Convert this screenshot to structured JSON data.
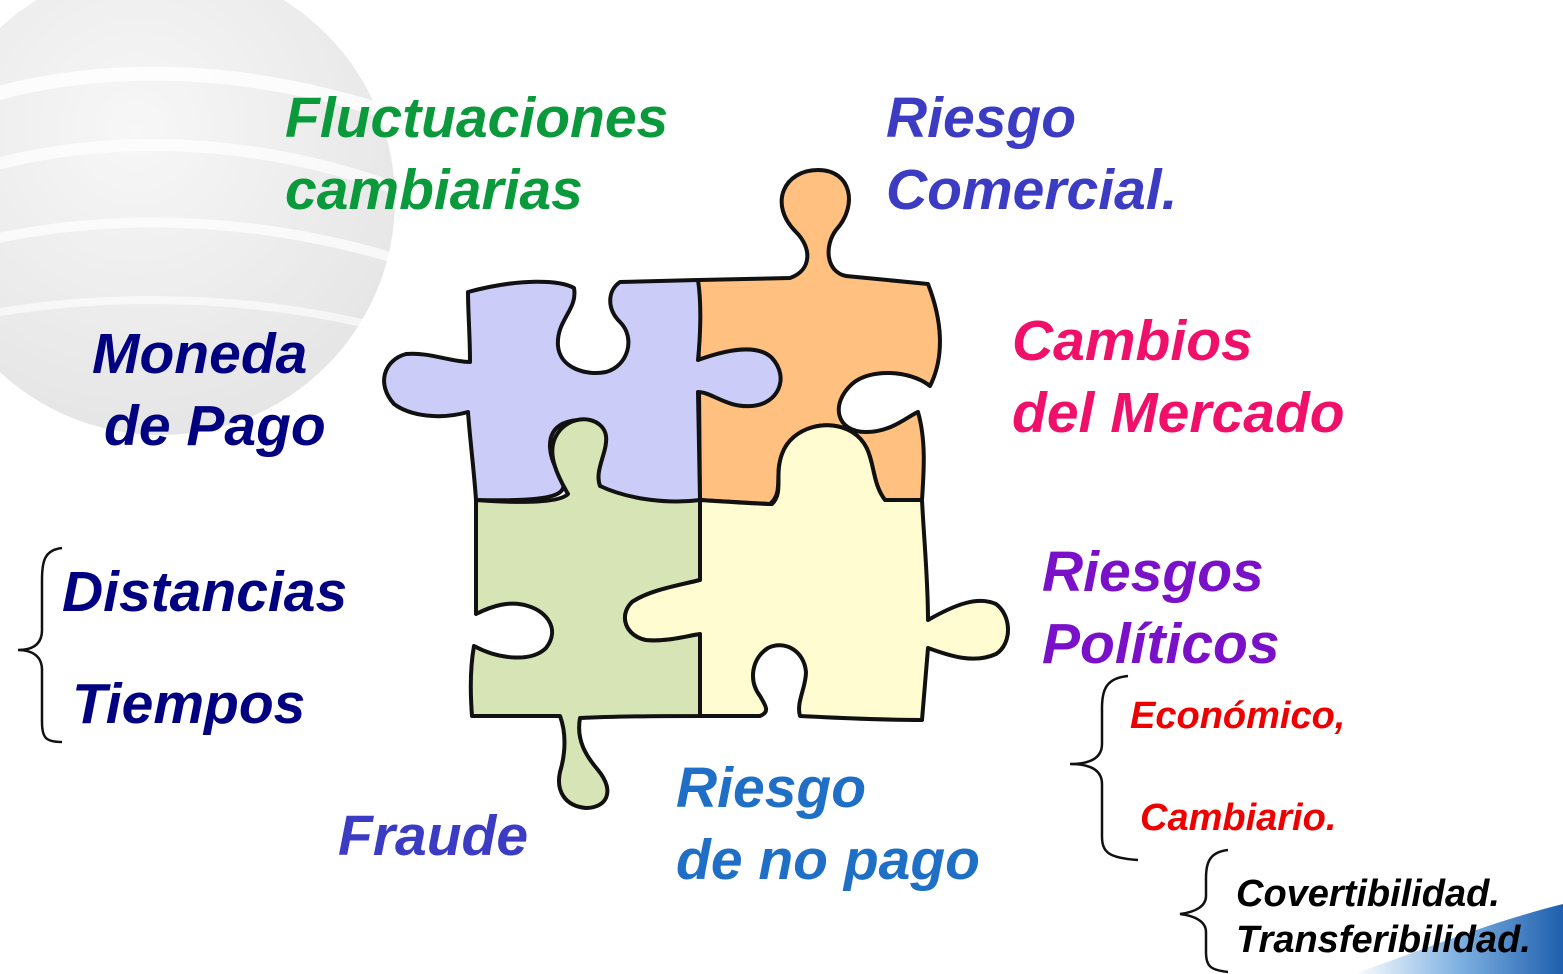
{
  "labels": {
    "fluctuaciones": [
      "Fluctuaciones",
      "cambiarias"
    ],
    "riesgo_comercial": [
      "Riesgo",
      "Comercial."
    ],
    "moneda_pago": [
      "Moneda",
      "de Pago"
    ],
    "cambios_mercado": [
      "Cambios",
      "del Mercado"
    ],
    "distancias": "Distancias",
    "tiempos": "Tiempos",
    "riesgos_politicos": [
      "Riesgos",
      "Políticos"
    ],
    "economico": "Económico,",
    "cambiario": "Cambiario.",
    "covertibilidad": "Covertibilidad.",
    "transferibilidad": "Transferibilidad.",
    "fraude": "Fraude",
    "riesgo_no_pago": [
      "Riesgo",
      "de no pago"
    ]
  },
  "colors": {
    "green": "#0a9a3c",
    "blue": "#3b3bc4",
    "navy": "#000080",
    "magenta": "#f0106a",
    "purple": "#7a10c8",
    "red": "#ee0000",
    "sky": "#1f6fc6",
    "black": "#000000",
    "piece_lavender": "#ccccf9",
    "piece_orange": "#ffc080",
    "piece_green": "#d6e4b6",
    "piece_yellow": "#fefcd0"
  }
}
